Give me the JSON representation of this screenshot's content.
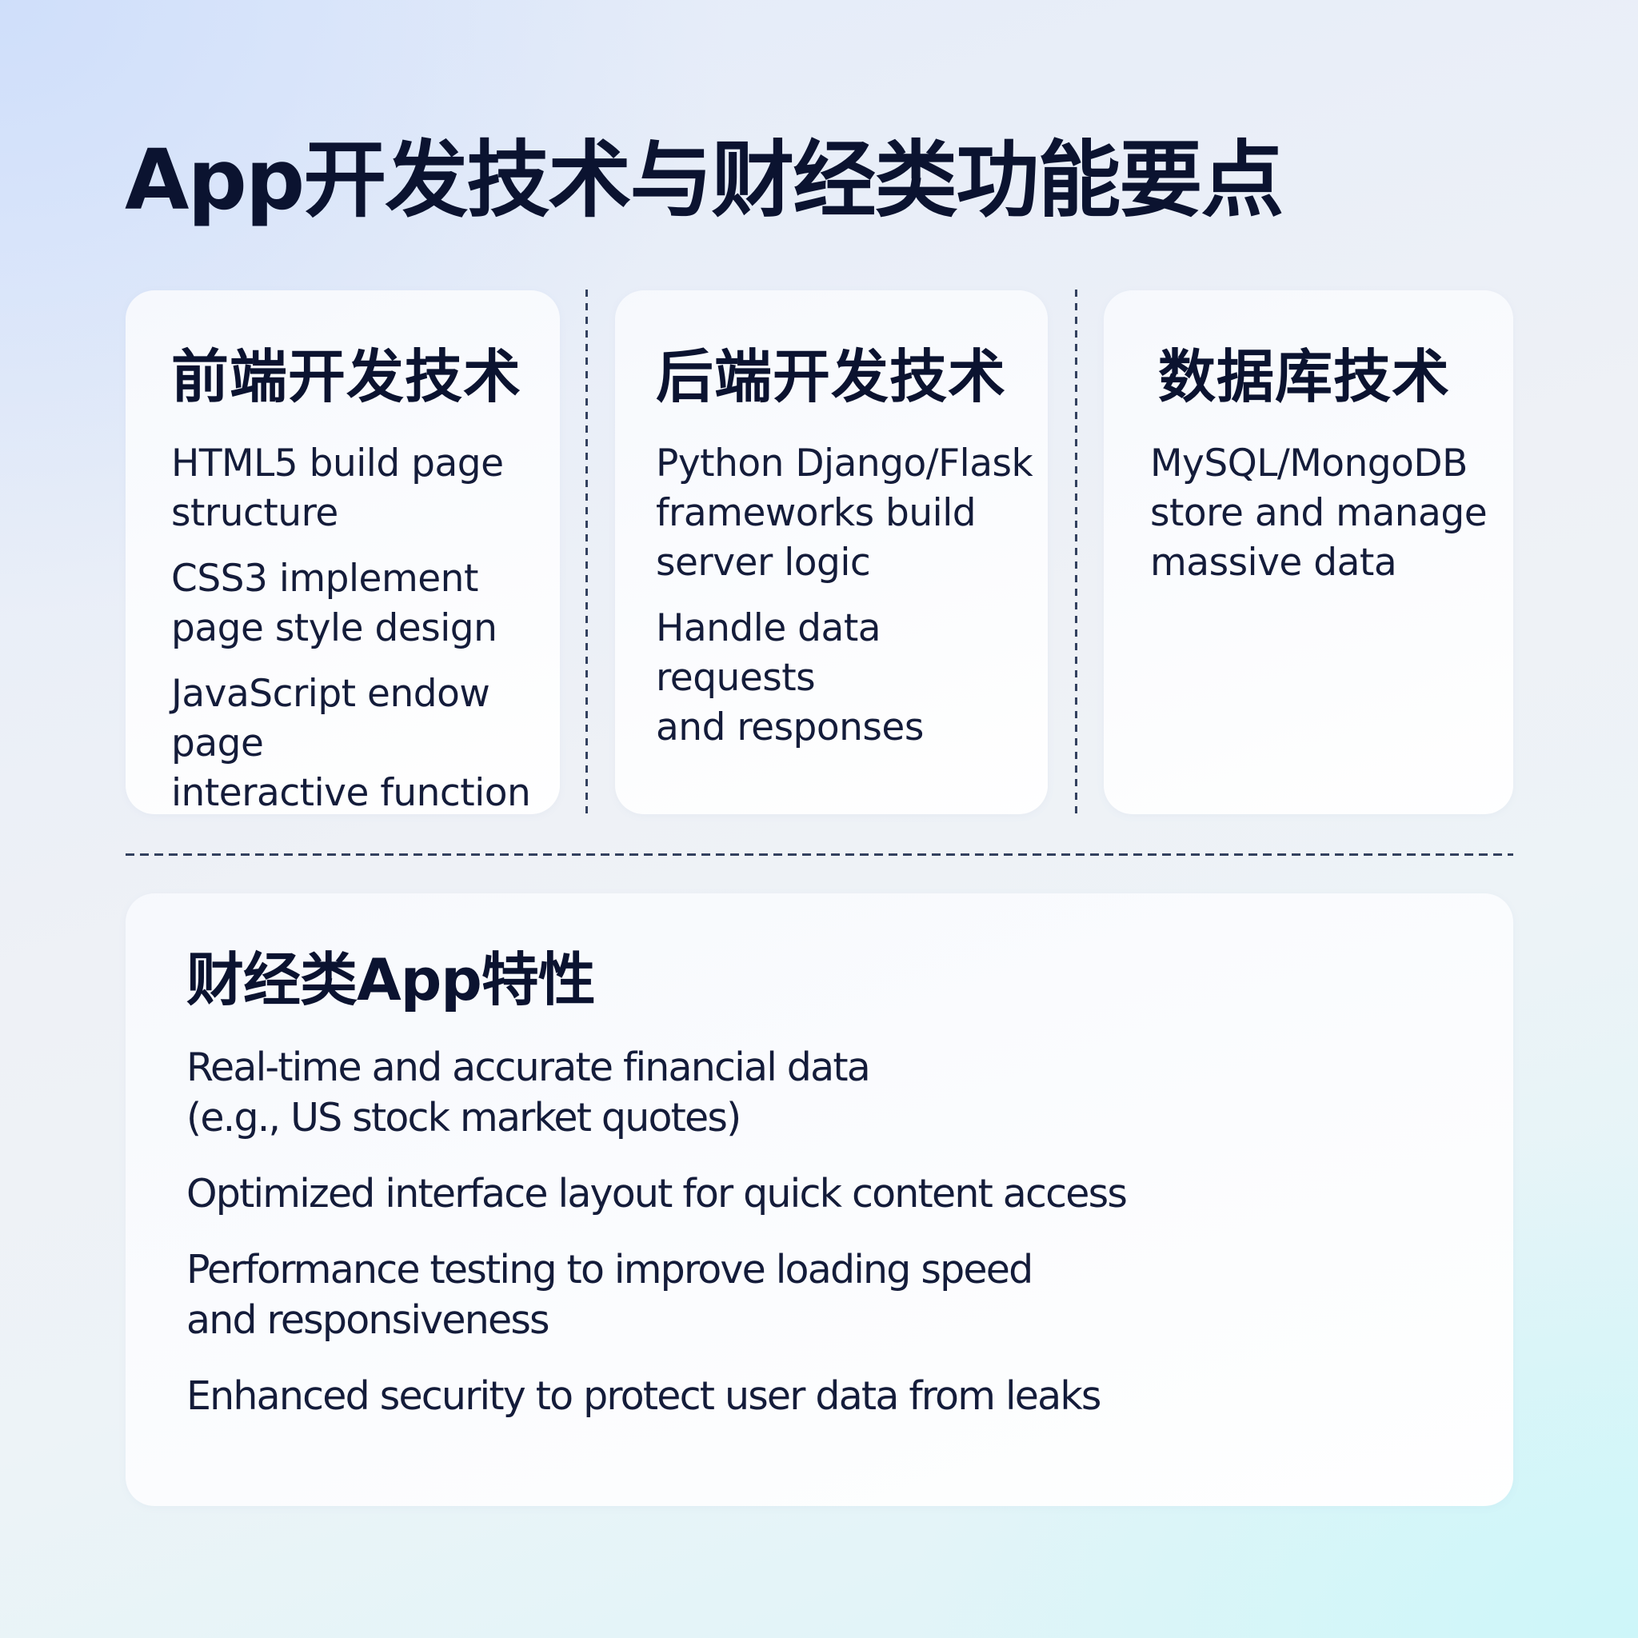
{
  "title": "App开发技术与财经类功能要点",
  "colors": {
    "text": "#0b1330",
    "divider": "#33415f",
    "bg_top_left": "#d8e6fb",
    "bg_center": "#eef1f6",
    "bg_bottom_right": "#d4f6f9",
    "card": "#fbfcfe"
  },
  "cards": [
    {
      "heading": "前端开发技术",
      "items": [
        "HTML5 build page\nstructure",
        "CSS3 implement\npage style design",
        "JavaScript endow page\ninteractive function"
      ]
    },
    {
      "heading": "后端开发技术",
      "items": [
        "Python Django/Flask\nframeworks build\nserver logic",
        "Handle data requests\nand responses"
      ]
    },
    {
      "heading": "数据库技术",
      "items": [
        "MySQL/MongoDB\nstore and manage\nmassive data"
      ]
    }
  ],
  "finance": {
    "heading": "财经类App特性",
    "items": [
      "Real-time and accurate financial data\n(e.g., US stock market quotes)",
      "Optimized interface layout for quick content access",
      "Performance testing to improve loading speed\nand responsiveness",
      "Enhanced security to protect user data from leaks"
    ]
  }
}
